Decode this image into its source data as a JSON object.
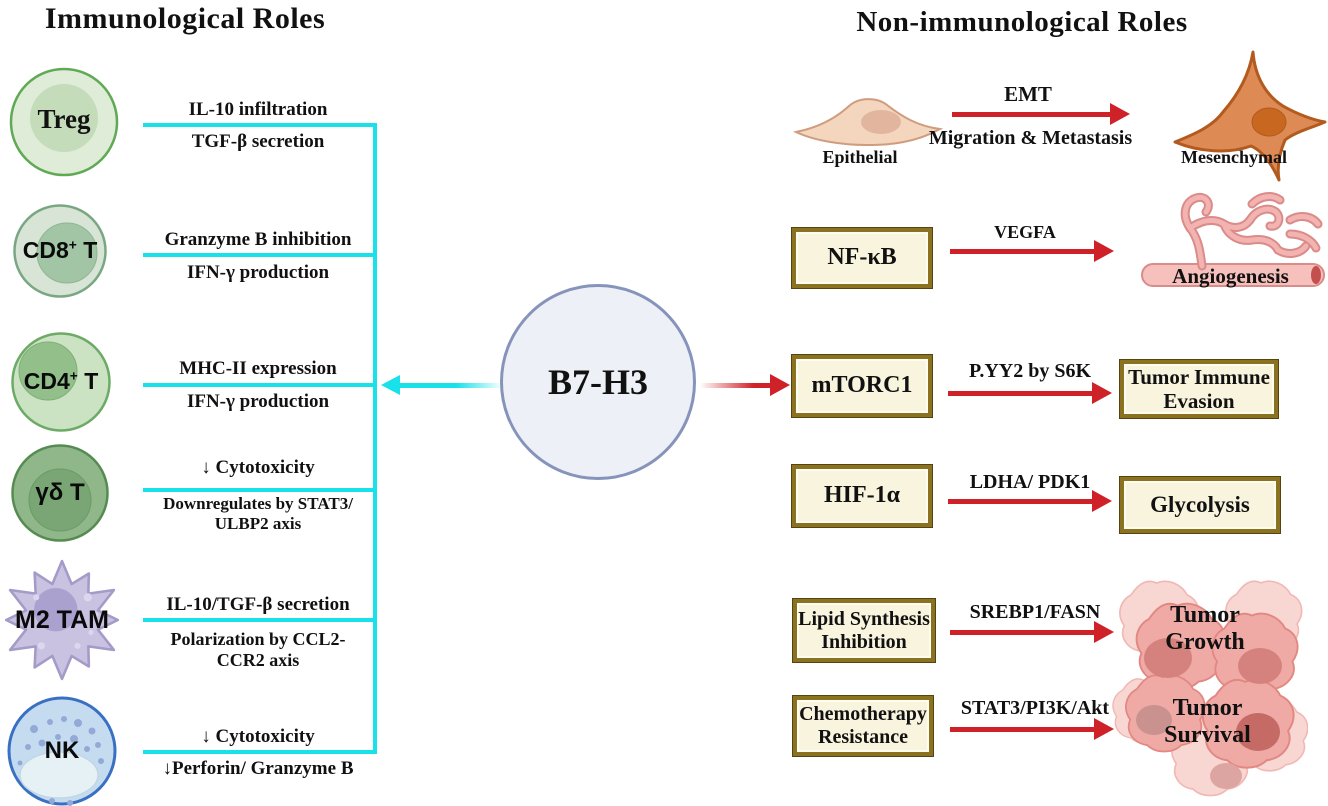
{
  "colors": {
    "cyan_connector": "#18E1EA",
    "red_arrow": "#CF2128",
    "gold_box_border": "#8A7220",
    "gold_box_fill": "#F8F4DD",
    "b7h3_fill": "#EDF1F7",
    "b7h3_border": "#8693BA"
  },
  "left": {
    "title": "Immunological Roles",
    "rows": [
      {
        "cell": "Treg",
        "top": "IL-10 infiltration",
        "bottom": "TGF-β secretion"
      },
      {
        "cell_base": "CD8",
        "cell_sup": "+",
        "cell_suffix": " T",
        "top": "Granzyme B inhibition",
        "bottom": "IFN-γ production"
      },
      {
        "cell_base": "CD4",
        "cell_sup": "+",
        "cell_suffix": " T",
        "top": "MHC-II expression",
        "bottom": "IFN-γ production"
      },
      {
        "cell": "γδ T",
        "top": "↓ Cytotoxicity",
        "bottom": "Downregulates by STAT3/\nULBP2 axis"
      },
      {
        "cell": "M2 TAM",
        "top": "IL-10/TGF-β secretion",
        "bottom": "Polarization by  CCL2-\nCCR2 axis"
      },
      {
        "cell": "NK",
        "top": "↓ Cytotoxicity",
        "bottom": "↓Perforin/ Granzyme B"
      }
    ]
  },
  "center": {
    "label": "B7-H3"
  },
  "right": {
    "title": "Non-immunological Roles",
    "emt": {
      "from_label": "Epithelial",
      "arrow_top": "EMT",
      "arrow_bottom": "Migration & Metastasis",
      "to_label": "Mesenchymal"
    },
    "rows": [
      {
        "source": "NF-κB",
        "mediator": "VEGFA",
        "target": "Angiogenesis"
      },
      {
        "source": "mTORC1",
        "mediator": "P.YY2 by S6K",
        "target": "Tumor Immune\nEvasion"
      },
      {
        "source": "HIF-1α",
        "mediator": "LDHA/ PDK1",
        "target": "Glycolysis"
      },
      {
        "source": "Lipid  Synthesis\nInhibition",
        "mediator": "SREBP1/FASN",
        "target": "Tumor\nGrowth"
      },
      {
        "source": "Chemotherapy\nResistance",
        "mediator": "STAT3/PI3K/Akt",
        "target": "Tumor\nSurvival"
      }
    ]
  }
}
